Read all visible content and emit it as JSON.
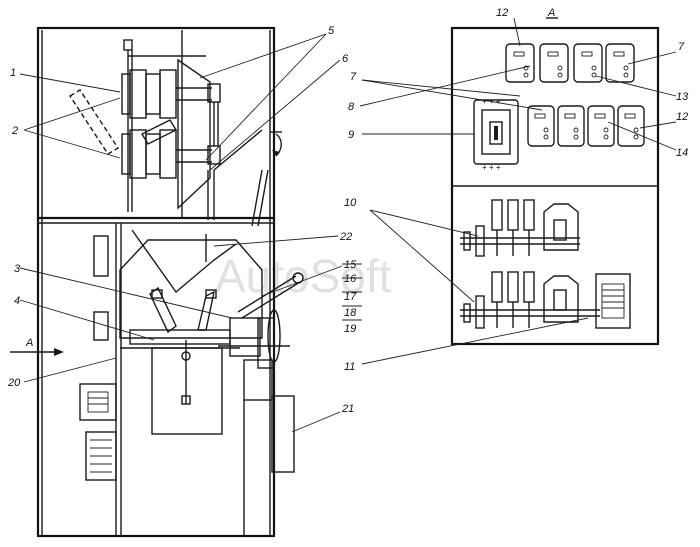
{
  "watermark": "AutoSoft",
  "view_label": "A",
  "arrow_label": "A",
  "callouts": {
    "c1": "1",
    "c2": "2",
    "c3": "3",
    "c4": "4",
    "c5": "5",
    "c6": "6",
    "c7a": "7",
    "c7b": "7",
    "c8": "8",
    "c9": "9",
    "c10": "10",
    "c11": "11",
    "c12a": "12",
    "c12b": "12",
    "c13": "13",
    "c14": "14",
    "c15": "15",
    "c16": "16",
    "c17": "17",
    "c18": "18",
    "c19": "19",
    "c20": "20",
    "c21": "21",
    "c22": "22"
  }
}
